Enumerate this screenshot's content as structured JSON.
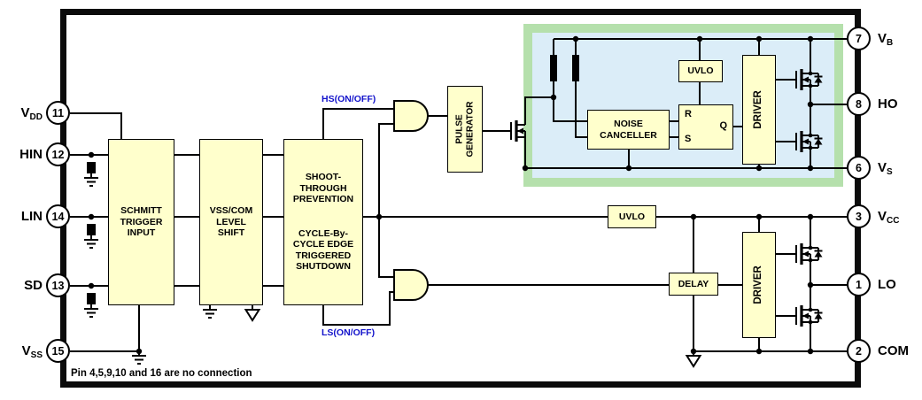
{
  "colors": {
    "block_fill": "#ffffcc",
    "green_frame": "#b5e0ac",
    "blue_panel": "#dbedf8",
    "signal_blue": "#1313cb",
    "wire": "#000000"
  },
  "pins": {
    "left": [
      {
        "num": "11",
        "label_main": "V",
        "label_sub": "DD"
      },
      {
        "num": "12",
        "label_main": "HIN",
        "label_sub": ""
      },
      {
        "num": "14",
        "label_main": "LIN",
        "label_sub": ""
      },
      {
        "num": "13",
        "label_main": "SD",
        "label_sub": ""
      },
      {
        "num": "15",
        "label_main": "V",
        "label_sub": "SS"
      }
    ],
    "right": [
      {
        "num": "7",
        "label_main": "V",
        "label_sub": "B"
      },
      {
        "num": "8",
        "label_main": "HO",
        "label_sub": ""
      },
      {
        "num": "6",
        "label_main": "V",
        "label_sub": "S"
      },
      {
        "num": "3",
        "label_main": "V",
        "label_sub": "CC"
      },
      {
        "num": "1",
        "label_main": "LO",
        "label_sub": ""
      },
      {
        "num": "2",
        "label_main": "COM",
        "label_sub": ""
      }
    ]
  },
  "blocks": {
    "schmitt": "SCHMITT TRIGGER INPUT",
    "level_shift": "VSS/COM LEVEL SHIFT",
    "shoot_through": "SHOOT-THROUGH PREVENTION",
    "cycle_shutdown": "CYCLE-By-CYCLE EDGE TRIGGERED SHUTDOWN",
    "pulse_generator": "PULSE\nGENERATOR",
    "uvlo_high": "UVLO",
    "noise_canceller": "NOISE CANCELLER",
    "driver_high": "DRIVER",
    "uvlo_low": "UVLO",
    "delay": "DELAY",
    "driver_low": "DRIVER",
    "latch": {
      "r": "R",
      "s": "S",
      "q": "Q"
    }
  },
  "signals": {
    "hs": "HS(ON/OFF)",
    "ls": "LS(ON/OFF)"
  },
  "note": "Pin 4,5,9,10 and 16 are no connection"
}
